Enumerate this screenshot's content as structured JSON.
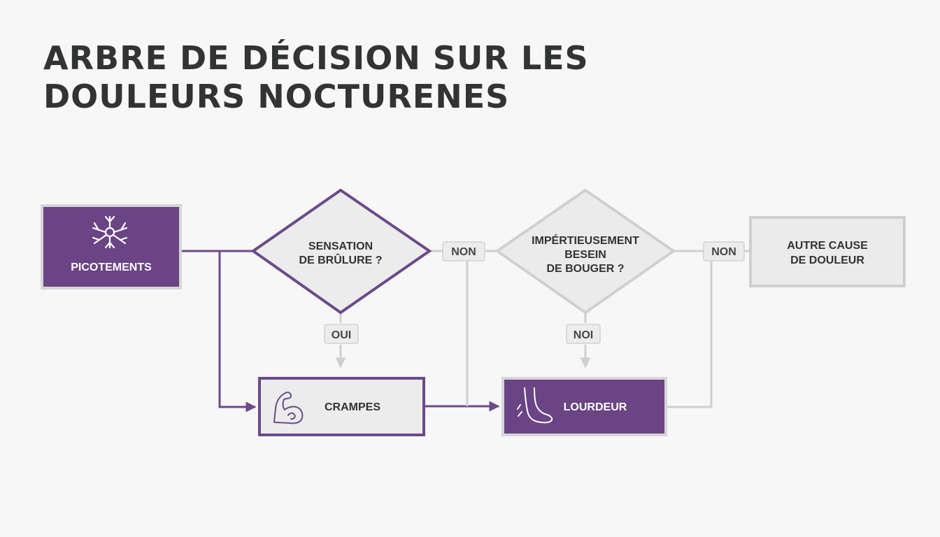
{
  "title": {
    "line1": "ARBRE DE DÉCISION SUR LES",
    "line2": "DOULEURS NOCTURENES"
  },
  "nodes": {
    "picotements": {
      "label": "PICOTEMENTS",
      "icon": "neuron-icon"
    },
    "q1": {
      "line1": "SENSATION",
      "line2": "DE BRÛLURE ?"
    },
    "q2": {
      "line1": "IMPÉRTIEUSEMENT",
      "line2": "BESEIN",
      "line3": "DE BOUGER ?"
    },
    "autre": {
      "line1": "AUTRE CAUSE",
      "line2": "DE DOULEUR"
    },
    "crampes": {
      "label": "CRAMPES",
      "icon": "flexed-arm-icon"
    },
    "lourdeur": {
      "label": "LOURDEUR",
      "icon": "foot-icon"
    }
  },
  "edge_labels": {
    "q1_no": "NON",
    "q1_yes": "OUI",
    "q2_no": "NON",
    "q2_yes": "NOI"
  },
  "colors": {
    "purple": "#6a4485",
    "purple_line": "#6b4a8a",
    "gray_line": "#cfcfcf",
    "box_gray": "#eaeaea",
    "text_dark": "#323334"
  }
}
